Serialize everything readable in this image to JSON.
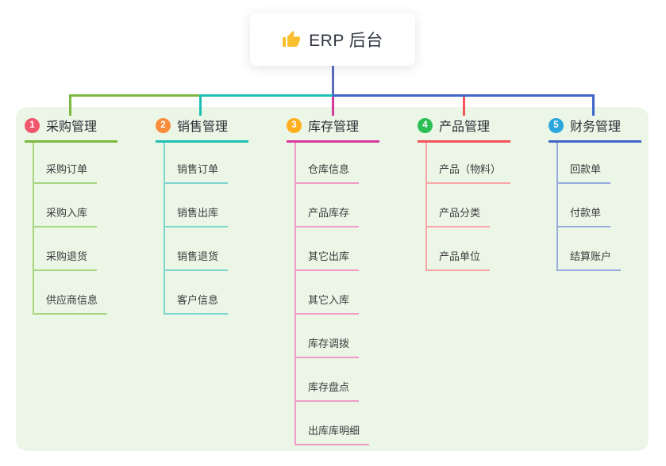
{
  "root": {
    "title": "ERP 后台",
    "icon": "thumbs-up-icon"
  },
  "theme": {
    "canvas_bg": "#ffffff",
    "panel_bg": "#EBF6E7",
    "stem_color": "#5C6BC0",
    "thumb_color": "#FBBE2E",
    "title_text": "#2e3440",
    "child_text": "#3c3c3c"
  },
  "branches": [
    {
      "index": "1",
      "label": "采购管理",
      "badge_color": "#F0576D",
      "line_color": "#7CB93E",
      "child_line_color": "#A8D57F",
      "children": [
        "采购订单",
        "采购入库",
        "采购退货",
        "供应商信息"
      ]
    },
    {
      "index": "2",
      "label": "销售管理",
      "badge_color": "#FB8C3C",
      "line_color": "#1EBFB3",
      "child_line_color": "#7DD6CE",
      "children": [
        "销售订单",
        "销售出库",
        "销售退货",
        "客户信息"
      ]
    },
    {
      "index": "3",
      "label": "库存管理",
      "badge_color": "#FFAF1E",
      "line_color": "#D6399B",
      "child_line_color": "#F19BCB",
      "children": [
        "仓库信息",
        "产品库存",
        "其它出库",
        "其它入库",
        "库存调拨",
        "库存盘点",
        "出库库明细"
      ]
    },
    {
      "index": "4",
      "label": "产品管理",
      "badge_color": "#2BBF55",
      "line_color": "#F4535E",
      "child_line_color": "#F9A5A8",
      "children": [
        "产品（物料）",
        "产品分类",
        "产品单位"
      ]
    },
    {
      "index": "5",
      "label": "财务管理",
      "badge_color": "#2BA7DE",
      "line_color": "#4064C8",
      "child_line_color": "#97ABDF",
      "children": [
        "回款单",
        "付款单",
        "结算账户"
      ]
    }
  ]
}
